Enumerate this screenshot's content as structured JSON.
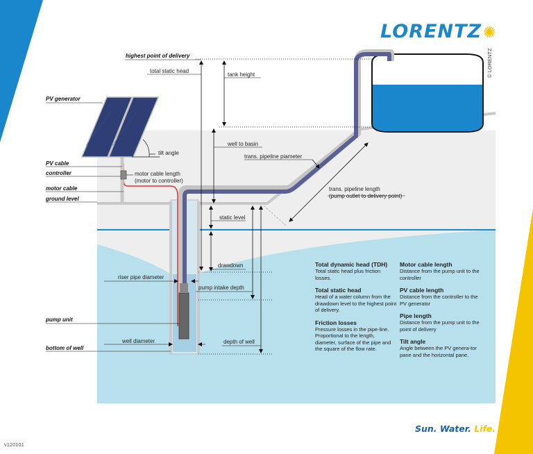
{
  "brand": {
    "logo": "LORENTZ",
    "slogan_a": "Sun. Water. ",
    "slogan_b": "Life.",
    "copyright": "© LORENTZ",
    "version": "v120101"
  },
  "labels": {
    "highest_point": "highest point of delivery",
    "total_static_head": "total static head",
    "tank_height": "tank height",
    "pv_generator": "PV generator",
    "tilt_angle": "tilt angle",
    "well_to_basin": "well to basin",
    "trans_pipeline_diameter": "trans. pipeline piameter",
    "pv_cable": "PV cable",
    "controller": "controller",
    "motor_cable": "motor cable",
    "ground_level": "ground level",
    "motor_cable_length_1": "motor cable length",
    "motor_cable_length_2": "(motor to controller)",
    "trans_pipeline_length_1": "trans. pipeline length",
    "trans_pipeline_length_2": "(pump outlet to delivery point)",
    "static_level": "static level",
    "drawdown": "drawdown",
    "riser_pipe_diameter": "riser pipe diameter",
    "pump_intake_depth": "pump intake depth",
    "pump_unit": "pump unit",
    "well_diameter": "well diameter",
    "depth_of_well": "depth of well",
    "bottom_of_well": "bottom of well"
  },
  "legend": {
    "col1": [
      {
        "title": "Total dynamic head (TDH)",
        "desc": "Total static head plus friction losses."
      },
      {
        "title": "Total static head",
        "desc": "Head of a water column from the drawdown level to the highest point of delivery."
      },
      {
        "title": "Friction losses",
        "desc": "Pressure losses in the pipe-line. Proportional to the length, diameter, surface of the pipe and the square of the flow rate."
      }
    ],
    "col2": [
      {
        "title": "Motor cable length",
        "desc": "Distance from the pump unit to the controller"
      },
      {
        "title": "PV cable length",
        "desc": "Distance from the controller to the PV generator"
      },
      {
        "title": "Pipe length",
        "desc": "Distance from the pump unit to the point of delivery"
      },
      {
        "title": "Tilt angle",
        "desc": "Angle between the PV genera-tor pane and the horizontal pane."
      }
    ]
  },
  "colors": {
    "brand_blue": "#1a86cc",
    "water": "#b8dfec",
    "tank_water": "#1a86cc",
    "pipe": "#5a5f96",
    "cable": "#e0302c",
    "ground": "#c8c8c8",
    "accent_yellow": "#f5c400"
  }
}
